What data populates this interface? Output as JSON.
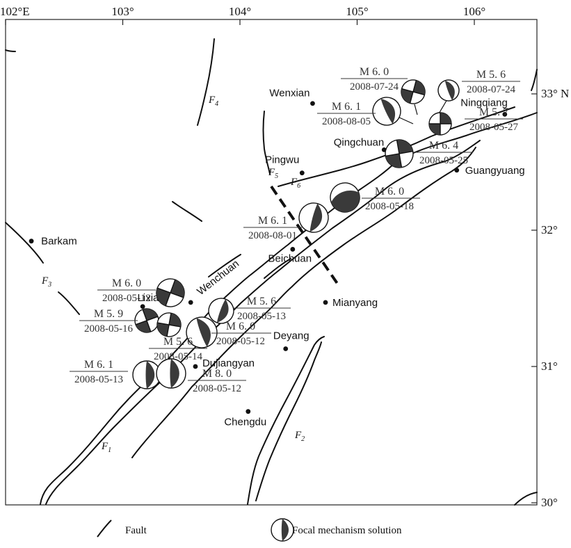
{
  "map": {
    "lon_ticks": [
      {
        "value": 102,
        "label": "102°E"
      },
      {
        "value": 103,
        "label": "103°"
      },
      {
        "value": 104,
        "label": "104°"
      },
      {
        "value": 105,
        "label": "105°"
      },
      {
        "value": 106,
        "label": "106°"
      }
    ],
    "lat_ticks": [
      {
        "value": 33,
        "label": "33° N"
      },
      {
        "value": 32,
        "label": "32°"
      },
      {
        "value": 31,
        "label": "31°"
      },
      {
        "value": 30,
        "label": "30°"
      }
    ],
    "cities": [
      {
        "id": "barkam",
        "name": "Barkam",
        "lon": 102.22,
        "lat": 31.92
      },
      {
        "id": "wenxian",
        "name": "Wenxian",
        "lon": 104.62,
        "lat": 32.93
      },
      {
        "id": "ningqiang",
        "name": "Ningqiang",
        "lon": 106.26,
        "lat": 32.85
      },
      {
        "id": "pingwu",
        "name": "Pingwu",
        "lon": 104.53,
        "lat": 32.42
      },
      {
        "id": "qingchuan",
        "name": "Qingchuan",
        "lon": 105.23,
        "lat": 32.59
      },
      {
        "id": "guangyuang",
        "name": "Guangyuang",
        "lon": 105.85,
        "lat": 32.44
      },
      {
        "id": "beichuan",
        "name": "Beichuan",
        "lon": 104.45,
        "lat": 31.86
      },
      {
        "id": "mianyang",
        "name": "Mianyang",
        "lon": 104.73,
        "lat": 31.47
      },
      {
        "id": "lixian",
        "name": "Lixian",
        "lon": 103.17,
        "lat": 31.44
      },
      {
        "id": "wenchuan",
        "name": "Wenchuan",
        "lon": 103.58,
        "lat": 31.47
      },
      {
        "id": "dujiangyan",
        "name": "Dujiangyan",
        "lon": 103.62,
        "lat": 31.0
      },
      {
        "id": "deyang",
        "name": "Deyang",
        "lon": 104.39,
        "lat": 31.13
      },
      {
        "id": "chengdu",
        "name": "Chengdu",
        "lon": 104.07,
        "lat": 30.67
      }
    ],
    "fault_labels": [
      {
        "id": "f1",
        "label": "F",
        "sub": "1"
      },
      {
        "id": "f2",
        "label": "F",
        "sub": "2"
      },
      {
        "id": "f3",
        "label": "F",
        "sub": "3"
      },
      {
        "id": "f4",
        "label": "F",
        "sub": "4"
      },
      {
        "id": "f5",
        "label": "F",
        "sub": "5"
      },
      {
        "id": "f6",
        "label": "F",
        "sub": "6"
      }
    ],
    "events": [
      {
        "id": "e1",
        "magnitude": "M 6. 0",
        "date": "2008-07-24"
      },
      {
        "id": "e2",
        "magnitude": "M 5. 6",
        "date": "2008-07-24"
      },
      {
        "id": "e3",
        "magnitude": "M 6. 1",
        "date": "2008-08-05"
      },
      {
        "id": "e4",
        "magnitude": "M 5. 7",
        "date": "2008-05-27"
      },
      {
        "id": "e5",
        "magnitude": "M 6. 4",
        "date": "2008-05-25"
      },
      {
        "id": "e6",
        "magnitude": "M 6. 0",
        "date": "2008-05-18"
      },
      {
        "id": "e7",
        "magnitude": "M 6. 1",
        "date": "2008-08-01"
      },
      {
        "id": "e8",
        "magnitude": "M 6. 0",
        "date": "2008-05-12"
      },
      {
        "id": "e9",
        "magnitude": "M 5. 9",
        "date": "2008-05-16"
      },
      {
        "id": "e10",
        "magnitude": "M 5. 6",
        "date": "2008-05-13"
      },
      {
        "id": "e11",
        "magnitude": "M 6. 0",
        "date": "2008-05-12"
      },
      {
        "id": "e12",
        "magnitude": "M 5. 6",
        "date": "2008-05-14"
      },
      {
        "id": "e13",
        "magnitude": "M 6. 1",
        "date": "2008-05-13"
      },
      {
        "id": "e14",
        "magnitude": "M 8. 0",
        "date": "2008-05-12"
      }
    ],
    "legend": {
      "fault": "Fault",
      "focal": "Focal mechanism solution"
    }
  }
}
